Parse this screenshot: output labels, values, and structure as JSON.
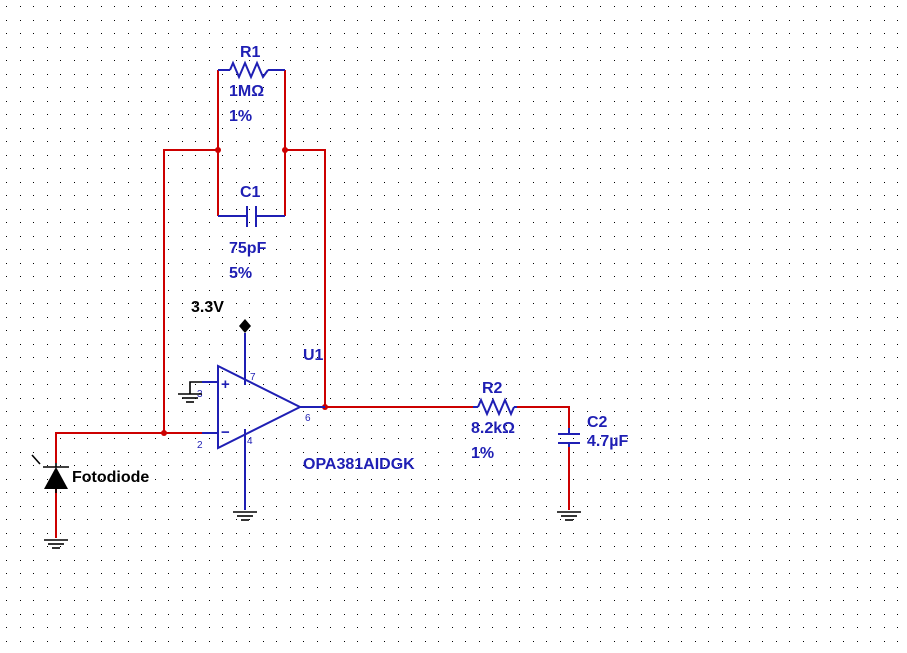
{
  "components": {
    "r1": {
      "ref": "R1",
      "value": "1MΩ",
      "tolerance": "1%"
    },
    "c1": {
      "ref": "C1",
      "value": "75pF",
      "tolerance": "5%"
    },
    "u1": {
      "ref": "U1",
      "part": "OPA381AIDGK",
      "pins": {
        "noninv": "3",
        "inv": "2",
        "vplus": "7",
        "gnd": "4",
        "out": "6"
      },
      "plus_sign": "+",
      "minus_sign": "−"
    },
    "r2": {
      "ref": "R2",
      "value": "8.2kΩ",
      "tolerance": "1%"
    },
    "c2": {
      "ref": "C2",
      "value": "4.7µF"
    },
    "supply": {
      "label": "3.3V"
    },
    "d1": {
      "label": "Fotodiode"
    }
  },
  "colors": {
    "wire": "#cc0000",
    "component": "#1f1fb4",
    "background": "#ffffff",
    "grid_dot": "#000000"
  }
}
